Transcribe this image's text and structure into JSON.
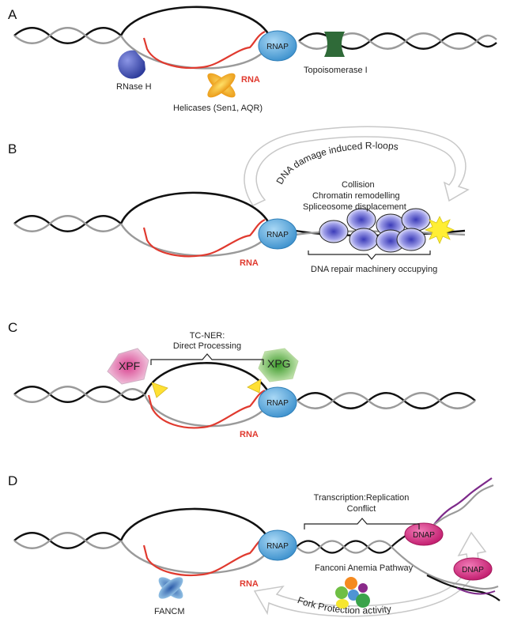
{
  "panels": [
    {
      "letter": "A",
      "labels": {
        "rnap": "RNAP",
        "rna": "RNA",
        "topoisomerase": "Topoisomerase I",
        "rnase_h": "RNase H",
        "helicases": "Helicases (Sen1, AQR)"
      }
    },
    {
      "letter": "B",
      "labels": {
        "rnap": "RNAP",
        "rna": "RNA",
        "curved_text": "DNA damage induced R-loops",
        "collision": "Collision",
        "chromatin": "Chromatin remodelling",
        "spliceosome": "Spliceosome displacement",
        "repair": "DNA repair machinery occupying"
      }
    },
    {
      "letter": "C",
      "labels": {
        "rnap": "RNAP",
        "rna": "RNA",
        "tcner_1": "TC-NER:",
        "tcner_2": "Direct Processing",
        "xpf": "XPF",
        "xpg": "XPG"
      }
    },
    {
      "letter": "D",
      "labels": {
        "rnap": "RNAP",
        "rna": "RNA",
        "conflict_1": "Transcription:Replication",
        "conflict_2": "Conflict",
        "dnap_top": "DNAP",
        "dnap_bottom": "DNAP",
        "fanconi": "Fanconi Anemia Pathway",
        "fork": "Fork Protection activity",
        "fancm": "FANCM"
      }
    }
  ],
  "colors": {
    "template_strand": "#111111",
    "nontemplate_strand": "#9a9a9a",
    "rna": "#e03a2f",
    "rnap": "#5aa8dc",
    "dnap": "#d42a7c",
    "topoisomerase": "#2f6a38",
    "rnase_h": "#4b57b8",
    "helicase": "#f0a020",
    "xpf": "#e6a6d2",
    "xpg": "#a5d66f",
    "nucleosome": "#6f6fd0",
    "star": "#ffee33",
    "fancm": "#7ab6e0",
    "replicated_strand": "#7d2a8a"
  }
}
